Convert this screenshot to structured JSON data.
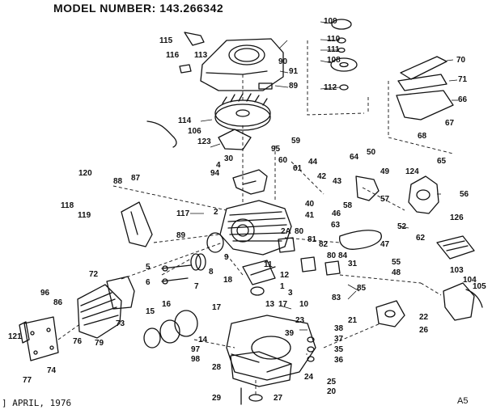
{
  "header": {
    "model_label": "MODEL NUMBER:",
    "model_number": "143.266342"
  },
  "footer": {
    "date": "] APRIL, 1976",
    "code": "A5"
  },
  "callouts": [
    {
      "id": "109",
      "label": "109"
    },
    {
      "id": "110",
      "label": "110"
    },
    {
      "id": "111",
      "label": "111"
    },
    {
      "id": "108",
      "label": "108"
    },
    {
      "id": "112",
      "label": "112"
    },
    {
      "id": "115",
      "label": "115"
    },
    {
      "id": "116",
      "label": "116"
    },
    {
      "id": "113",
      "label": "113"
    },
    {
      "id": "90",
      "label": "90"
    },
    {
      "id": "91",
      "label": "91"
    },
    {
      "id": "89",
      "label": "89"
    },
    {
      "id": "70",
      "label": "70"
    },
    {
      "id": "71",
      "label": "71"
    },
    {
      "id": "66",
      "label": "66"
    },
    {
      "id": "67",
      "label": "67"
    },
    {
      "id": "68",
      "label": "68"
    },
    {
      "id": "114",
      "label": "114"
    },
    {
      "id": "106",
      "label": "106"
    },
    {
      "id": "123",
      "label": "123"
    },
    {
      "id": "30",
      "label": "30"
    },
    {
      "id": "4",
      "label": "4"
    },
    {
      "id": "95",
      "label": "95"
    },
    {
      "id": "94",
      "label": "94"
    },
    {
      "id": "59",
      "label": "59"
    },
    {
      "id": "60",
      "label": "60"
    },
    {
      "id": "61",
      "label": "61"
    },
    {
      "id": "44",
      "label": "44"
    },
    {
      "id": "42",
      "label": "42"
    },
    {
      "id": "43",
      "label": "43"
    },
    {
      "id": "64",
      "label": "64"
    },
    {
      "id": "50",
      "label": "50"
    },
    {
      "id": "65",
      "label": "65"
    },
    {
      "id": "49",
      "label": "49"
    },
    {
      "id": "124",
      "label": "124"
    },
    {
      "id": "56",
      "label": "56"
    },
    {
      "id": "120",
      "label": "120"
    },
    {
      "id": "88",
      "label": "88"
    },
    {
      "id": "87",
      "label": "87"
    },
    {
      "id": "118",
      "label": "118"
    },
    {
      "id": "119",
      "label": "119"
    },
    {
      "id": "117",
      "label": "117"
    },
    {
      "id": "40",
      "label": "40"
    },
    {
      "id": "41",
      "label": "41"
    },
    {
      "id": "58",
      "label": "58"
    },
    {
      "id": "57",
      "label": "57"
    },
    {
      "id": "52",
      "label": "52"
    },
    {
      "id": "2",
      "label": "2"
    },
    {
      "id": "46",
      "label": "46"
    },
    {
      "id": "63",
      "label": "63"
    },
    {
      "id": "62",
      "label": "62"
    },
    {
      "id": "126",
      "label": "126"
    },
    {
      "id": "89b",
      "label": "89"
    },
    {
      "id": "2A",
      "label": "2A"
    },
    {
      "id": "80",
      "label": "80"
    },
    {
      "id": "81",
      "label": "81"
    },
    {
      "id": "47",
      "label": "47"
    },
    {
      "id": "82",
      "label": "82"
    },
    {
      "id": "84",
      "label": "84"
    },
    {
      "id": "9",
      "label": "9"
    },
    {
      "id": "5",
      "label": "5"
    },
    {
      "id": "8",
      "label": "8"
    },
    {
      "id": "80b",
      "label": "80"
    },
    {
      "id": "31",
      "label": "31"
    },
    {
      "id": "55",
      "label": "55"
    },
    {
      "id": "48",
      "label": "48"
    },
    {
      "id": "6",
      "label": "6"
    },
    {
      "id": "11",
      "label": "11"
    },
    {
      "id": "12",
      "label": "12"
    },
    {
      "id": "1",
      "label": "1"
    },
    {
      "id": "7",
      "label": "7"
    },
    {
      "id": "18",
      "label": "18"
    },
    {
      "id": "85",
      "label": "85"
    },
    {
      "id": "83",
      "label": "83"
    },
    {
      "id": "103",
      "label": "103"
    },
    {
      "id": "104",
      "label": "104"
    },
    {
      "id": "105",
      "label": "105"
    },
    {
      "id": "72",
      "label": "72"
    },
    {
      "id": "3",
      "label": "3"
    },
    {
      "id": "13",
      "label": "13"
    },
    {
      "id": "17",
      "label": "17"
    },
    {
      "id": "10",
      "label": "10"
    },
    {
      "id": "96",
      "label": "96"
    },
    {
      "id": "86",
      "label": "86"
    },
    {
      "id": "16",
      "label": "16"
    },
    {
      "id": "15",
      "label": "15"
    },
    {
      "id": "21",
      "label": "21"
    },
    {
      "id": "22",
      "label": "22"
    },
    {
      "id": "23",
      "label": "23"
    },
    {
      "id": "38",
      "label": "38"
    },
    {
      "id": "39",
      "label": "39"
    },
    {
      "id": "37",
      "label": "37"
    },
    {
      "id": "26",
      "label": "26"
    },
    {
      "id": "17b",
      "label": "17"
    },
    {
      "id": "73",
      "label": "73"
    },
    {
      "id": "14",
      "label": "14"
    },
    {
      "id": "35",
      "label": "35"
    },
    {
      "id": "121",
      "label": "121"
    },
    {
      "id": "76",
      "label": "76"
    },
    {
      "id": "79",
      "label": "79"
    },
    {
      "id": "97",
      "label": "97"
    },
    {
      "id": "98",
      "label": "98"
    },
    {
      "id": "36",
      "label": "36"
    },
    {
      "id": "28",
      "label": "28"
    },
    {
      "id": "74",
      "label": "74"
    },
    {
      "id": "77",
      "label": "77"
    },
    {
      "id": "24",
      "label": "24"
    },
    {
      "id": "25",
      "label": "25"
    },
    {
      "id": "20",
      "label": "20"
    },
    {
      "id": "29",
      "label": "29"
    },
    {
      "id": "27",
      "label": "27"
    }
  ]
}
